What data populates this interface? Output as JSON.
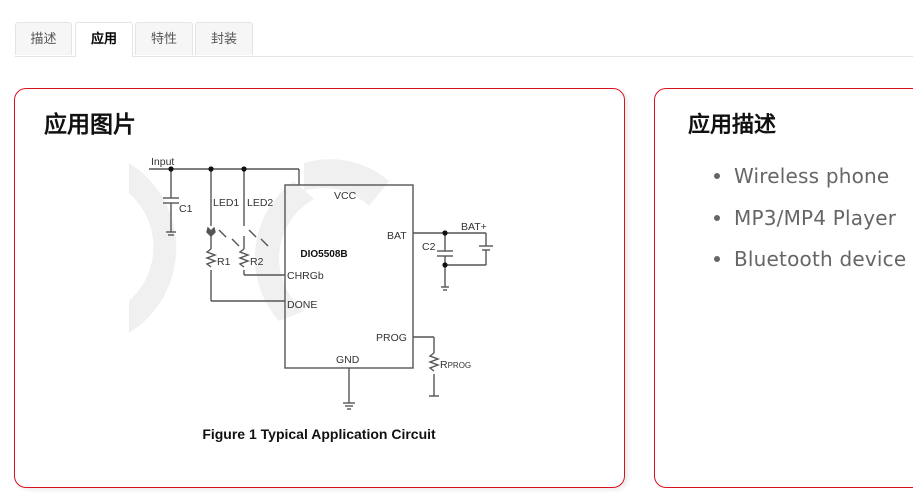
{
  "tabs": [
    {
      "label": "描述",
      "active": false
    },
    {
      "label": "应用",
      "active": true
    },
    {
      "label": "特性",
      "active": false
    },
    {
      "label": "封装",
      "active": false
    }
  ],
  "application_image": {
    "title": "应用图片",
    "circuit": {
      "input_label": "Input",
      "c1_label": "C1",
      "led1_label": "LED1",
      "led2_label": "LED2",
      "r1_label": "R1",
      "r2_label": "R2",
      "chip_name": "DIO5508B",
      "pin_vcc": "VCC",
      "pin_bat": "BAT",
      "pin_chrgb": "CHRGb",
      "pin_done": "DONE",
      "pin_prog": "PROG",
      "pin_gnd": "GND",
      "bat_plus_label": "BAT+",
      "c2_label": "C2",
      "rprog_label_main": "R",
      "rprog_label_sub": "PROG"
    },
    "caption": "Figure 1 Typical Application Circuit"
  },
  "application_description": {
    "title": "应用描述",
    "items": [
      "Wireless phone",
      "MP3/MP4 Player",
      "Bluetooth device"
    ]
  },
  "colors": {
    "accent_border": "#d9121c",
    "tab_border": "#e4e4e4",
    "list_text": "#666666"
  }
}
